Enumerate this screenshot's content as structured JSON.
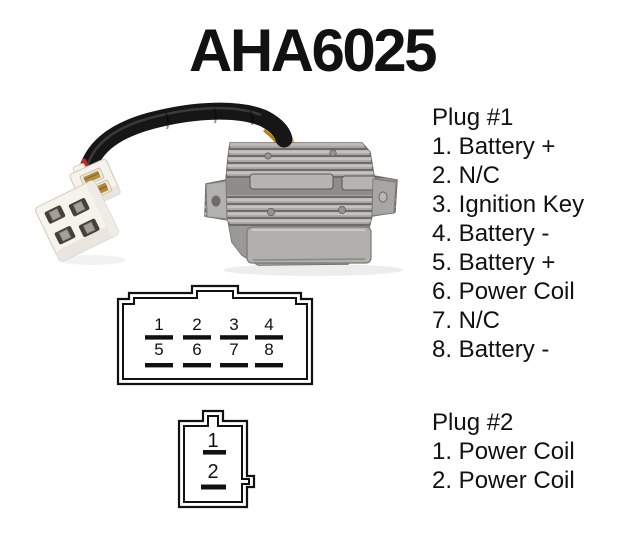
{
  "title": "AHA6025",
  "colors": {
    "ink": "#111111",
    "background": "#ffffff",
    "harness": "#161616",
    "wire_red": "#cc2222",
    "wire_yellow": "#e8ab1e",
    "wire_orange": "#bf7e14",
    "connector_plastic": "#f6f3ed",
    "terminal_brass": "#b58d3e",
    "regulator_body": "#a7a5a1",
    "regulator_dark": "#6e6c68",
    "regulator_light": "#c5c3bf"
  },
  "diagrams": {
    "plug1": {
      "pins": [
        "1",
        "2",
        "3",
        "4",
        "5",
        "6",
        "7",
        "8"
      ]
    },
    "plug2": {
      "pins": [
        "1",
        "2"
      ]
    }
  },
  "pinouts": {
    "plug1": {
      "heading": "Plug #1",
      "items": [
        "1. Battery +",
        "2. N/C",
        "3. Ignition Key",
        "4. Battery -",
        "5. Battery +",
        "6. Power Coil",
        "7. N/C",
        "8. Battery -"
      ]
    },
    "plug2": {
      "heading": "Plug #2",
      "items": [
        "1. Power Coil",
        "2. Power Coil"
      ]
    }
  }
}
